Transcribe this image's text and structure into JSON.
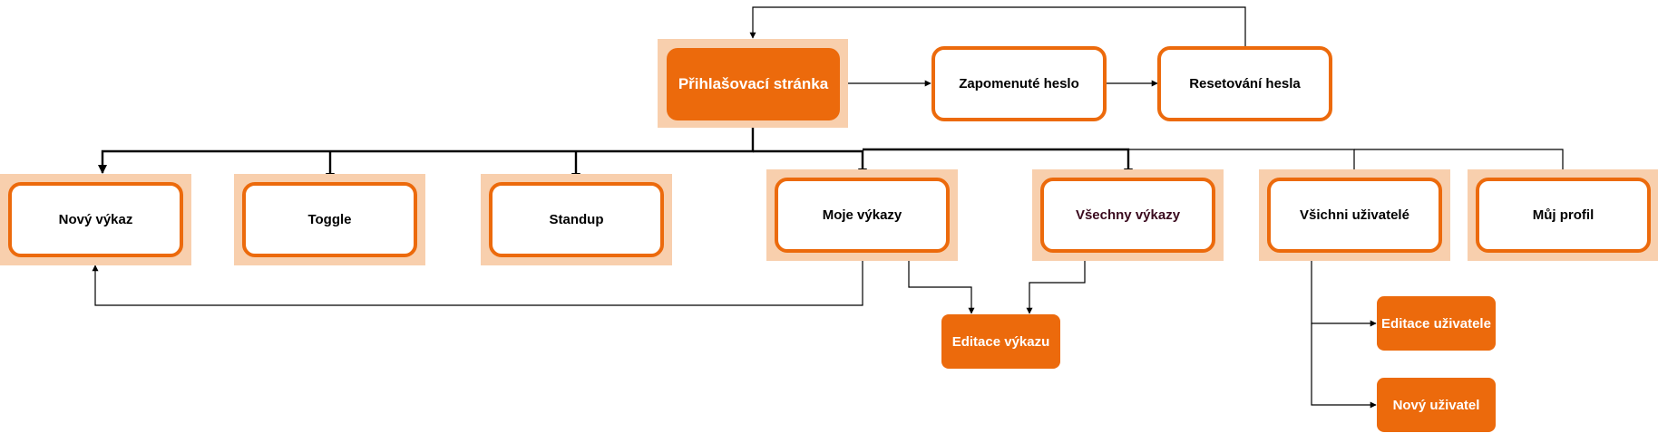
{
  "colors": {
    "accent": "#ec6a0c",
    "halo": "#f8cfad",
    "edge": "#000000"
  },
  "nodes": {
    "login": "Přihlašovací stránka",
    "forgot": "Zapomenuté heslo",
    "reset": "Resetování hesla",
    "new_report": "Nový výkaz",
    "toggle": "Toggle",
    "standup": "Standup",
    "my_reports": "Moje výkazy",
    "all_reports": "Všechny výkazy",
    "all_users": "Všichni uživatelé",
    "my_profile": "Můj profil",
    "edit_report": "Editace výkazu",
    "edit_user": "Editace uživatele",
    "new_user": "Nový uživatel"
  },
  "edges": [
    {
      "from": "login",
      "to": "forgot"
    },
    {
      "from": "forgot",
      "to": "reset"
    },
    {
      "from": "reset",
      "to": "login"
    },
    {
      "from": "login",
      "to": "new_report"
    },
    {
      "from": "login",
      "to": "toggle"
    },
    {
      "from": "login",
      "to": "standup"
    },
    {
      "from": "login",
      "to": "my_reports"
    },
    {
      "from": "login",
      "to": "all_reports"
    },
    {
      "from": "login",
      "to": "all_users"
    },
    {
      "from": "login",
      "to": "my_profile"
    },
    {
      "from": "my_reports",
      "to": "new_report"
    },
    {
      "from": "my_reports",
      "to": "edit_report"
    },
    {
      "from": "all_reports",
      "to": "edit_report"
    },
    {
      "from": "all_users",
      "to": "edit_user"
    },
    {
      "from": "all_users",
      "to": "new_user"
    }
  ]
}
